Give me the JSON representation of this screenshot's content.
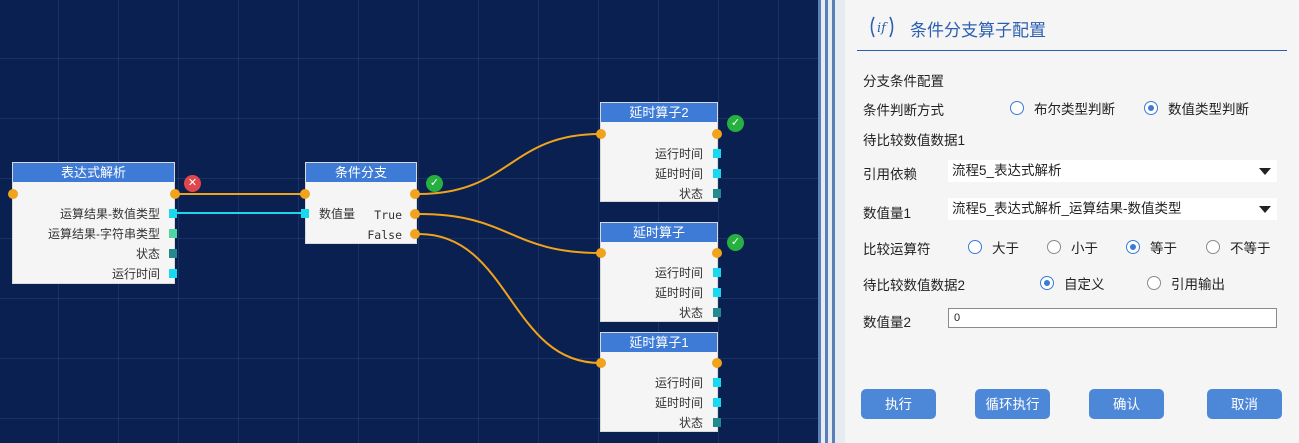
{
  "canvas": {
    "nodes": {
      "expr": {
        "title": "表达式解析",
        "rows": [
          "运算结果-数值类型",
          "运算结果-字符串类型",
          "状态",
          "运行时间"
        ],
        "status": "error"
      },
      "branch": {
        "title": "条件分支",
        "input_label": "数值量",
        "true_label": "True",
        "false_label": "False",
        "status": "ok"
      },
      "delay2": {
        "title": "延时算子2",
        "rows": [
          "运行时间",
          "延时时间",
          "状态"
        ],
        "status": "ok"
      },
      "delay": {
        "title": "延时算子",
        "rows": [
          "运行时间",
          "延时时间",
          "状态"
        ],
        "status": "ok"
      },
      "delay1": {
        "title": "延时算子1",
        "rows": [
          "运行时间",
          "延时时间",
          "状态"
        ]
      }
    },
    "colors": {
      "background": "#0a2050",
      "node_header": "#3d7bd6",
      "wire": "#f0a31b",
      "data_wire": "#18d9ee"
    }
  },
  "panel": {
    "title": "条件分支算子配置",
    "icon": "if-icon",
    "section_label": "分支条件配置",
    "judge_mode": {
      "label": "条件判断方式",
      "options": [
        "布尔类型判断",
        "数值类型判断"
      ],
      "selected": "数值类型判断"
    },
    "compare1_label": "待比较数值数据1",
    "reference": {
      "label": "引用依赖",
      "value": "流程5_表达式解析"
    },
    "value1": {
      "label": "数值量1",
      "value": "流程5_表达式解析_运算结果-数值类型"
    },
    "operator": {
      "label": "比较运算符",
      "options": [
        "大于",
        "小于",
        "等于",
        "不等于"
      ],
      "selected": "等于"
    },
    "compare2": {
      "label": "待比较数值数据2",
      "options": [
        "自定义",
        "引用输出"
      ],
      "selected": "自定义"
    },
    "value2": {
      "label": "数值量2",
      "value": "0"
    },
    "buttons": {
      "run": "执行",
      "loop": "循环执行",
      "confirm": "确认",
      "cancel": "取消"
    }
  }
}
